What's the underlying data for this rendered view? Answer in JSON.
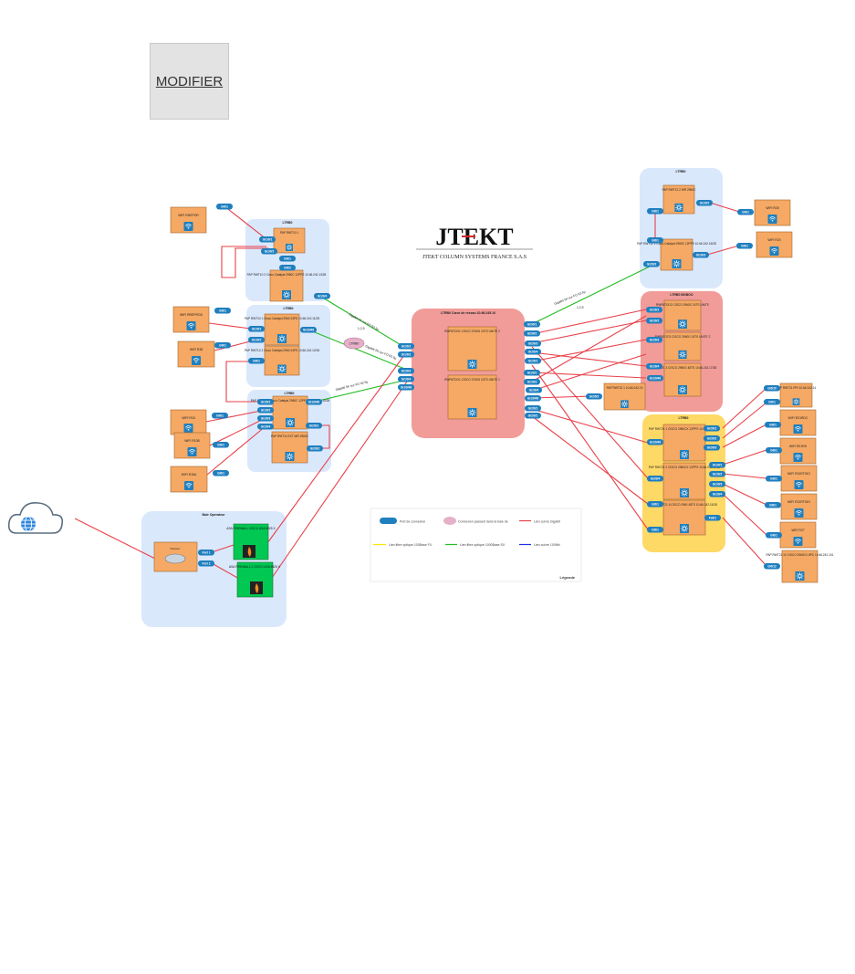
{
  "modify_button": "MODIFIER",
  "logo": {
    "brand": "JTEKT",
    "company": "JTEKT COLUMN SYSTEMS FRANCE S.A.S"
  },
  "colors": {
    "area_blue": "#dae8fc",
    "area_red": "#f19c99",
    "area_yellow": "#ffd966",
    "area_green_device": "#00c853",
    "device_orange": "#f5a964",
    "port_blue": "#1f7fbf",
    "link_red": "#e8414a",
    "link_green": "#22bb22"
  },
  "areas": {
    "a1": "LTRB0",
    "a2": "LTRB0",
    "a3": "LTRB0",
    "core": "LTRB0 Cœur de réseau 10.66.245.10",
    "tr": "LTRB0",
    "mr": "LTRB0 BOBOO",
    "br": "LTRB0",
    "op": "Baie Operateur"
  },
  "devices": {
    "sw_a1a": "PAP RWT10 1",
    "sw_a1b": "PAP RWT10 2 Cisco Catalyst 2960C 12PPS 10.66.242.13/28",
    "sw_a2a": "PAP RWT10 1 Cisco Catalyst 2960 24PS 10.66.242.11/28",
    "sw_a2b": "PAP RWT10 2 Cisco Catalyst 2960 24PS 10.66.242.12/28",
    "sw_a3a": "PAP RWT11 1 Cisco Catalyst 2960C 12PPS 10.66.242.10/28",
    "sw_a3b": "PAP RWT11 EXT WR 2960C",
    "core1": "RWPATOO1 CISCO 3750G 24TS UNITE 2",
    "core2": "RWPATOO1 CISCO 3750G 24TS UNITE 1",
    "sw_tr1": "PAP RWT12 2 WR 2960C",
    "sw_tr2": "PAP RWT12 1 Cisco Catalyst 2960C 12PPS 10.66.242.16/28",
    "sw_mr1": "RWPATOO2 CISCO 2960G 24TS UNITE",
    "sw_mr2": "RWPATOO2 CISCO 2960G 24TS UNITE 2",
    "sw_mr3": "PAP RWT21 3 CISCO 2960G 48TS 10.66.242.17/28",
    "sw_mid": "PAP RWT22 1 10.66.242.19",
    "sw_br1": "PAP RWT21 1 CISCO 2960CX 12PPS 10.66.242.19/28",
    "sw_br2": "PAP RWT21 2 CISCO 2960CX 12PPS 10.66.242.18/28",
    "sw_br3": "PAP RWT21 8 CISCO 2960 48TS 10.66.242.15/28",
    "sw_rr": "PAP RWT21 RPI 10.66.242.14",
    "sw_rr2": "PAP RWT21 10 CISCO 2960CX 8PC 10.66.242.101",
    "router": "Routeur",
    "fw1": "ASA FIREWALL CISCO ASA 5525 X",
    "fw2": "ASA FIREWALL 2 CISCO ASA 5525 X"
  },
  "wifi": {
    "w1": "WIFI RDEPOR",
    "w2": "WIFI RREPROD",
    "w3": "WIFI R38",
    "w4": "WIFI R18",
    "w5": "WIFI R10B",
    "w6": "WIFI R15A",
    "w7": "WIFI R25",
    "w8": "WIFI R20",
    "w9": "WIFI R21RDC",
    "w10": "WIFI R21RH",
    "w11": "WIFI R21RTOIO",
    "w12": "WIFI R21RTOIO",
    "w13": "WIFI R27"
  },
  "ports": {
    "gi": "Gi0/1",
    "gi2": "Gi0/2",
    "gi10": "Gi1/0/1",
    "gi11": "Gi1/0/2",
    "gi12": "Gi1/0/3",
    "gi13": "Gi1/0/4",
    "gi14": "Gi1/0/48",
    "gi15": "Gi2/0/1",
    "gi16": "Gi2/0/2",
    "gi17": "Gi2/0/3",
    "gi18": "Gi2/0/4",
    "fa": "Fa0/1",
    "p1": "Port 1",
    "p2": "Port 2",
    "b": "Gi0/10",
    "c": "Gi0/12"
  },
  "links": {
    "l1": "Gigabit 5K sur FO 62.5µ",
    "l2": "1,2,9",
    "l3": "Gigabit 5K sur FO 62.5µ",
    "l4": "Gigabit 5K sur FO 62.5µ",
    "l5": "Gigabit 5K sur FO 62.5µ",
    "l6": "1,2,9"
  },
  "bubble": "LTRB0",
  "legend": {
    "title": "Légende",
    "port": "Port de connexion",
    "bubble": "Connexion passant dans la baie de",
    "red": "Lien cuivre Gigabit",
    "yellow": "Lien fibre optique 100Base FX",
    "green": "Lien fibre optique 1000Base SX",
    "blue": "Lien cuivre 100Mb"
  }
}
